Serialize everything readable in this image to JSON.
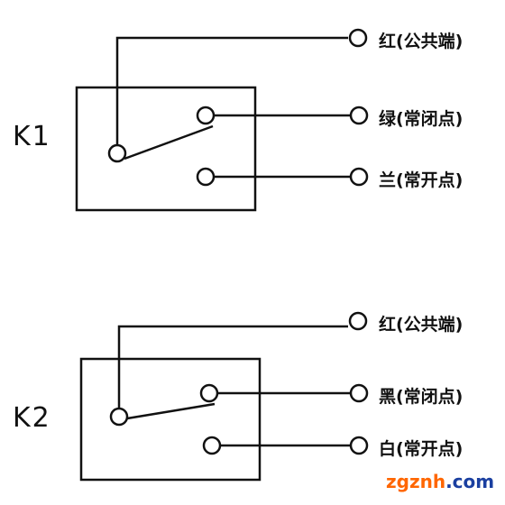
{
  "colors": {
    "line": "#111111",
    "background": "#ffffff",
    "watermark_a": "#ff6600",
    "watermark_b": "#1a3fa0"
  },
  "relays": [
    {
      "label": "K1",
      "terminals": [
        {
          "label": "红(公共端)"
        },
        {
          "label": "绿(常闭点)"
        },
        {
          "label": "兰(常开点)"
        }
      ]
    },
    {
      "label": "K2",
      "terminals": [
        {
          "label": "红(公共端)"
        },
        {
          "label": "黑(常闭点)"
        },
        {
          "label": "白(常开点)"
        }
      ]
    }
  ],
  "watermark": {
    "part_a": "zgznh",
    "part_b": ".com"
  }
}
